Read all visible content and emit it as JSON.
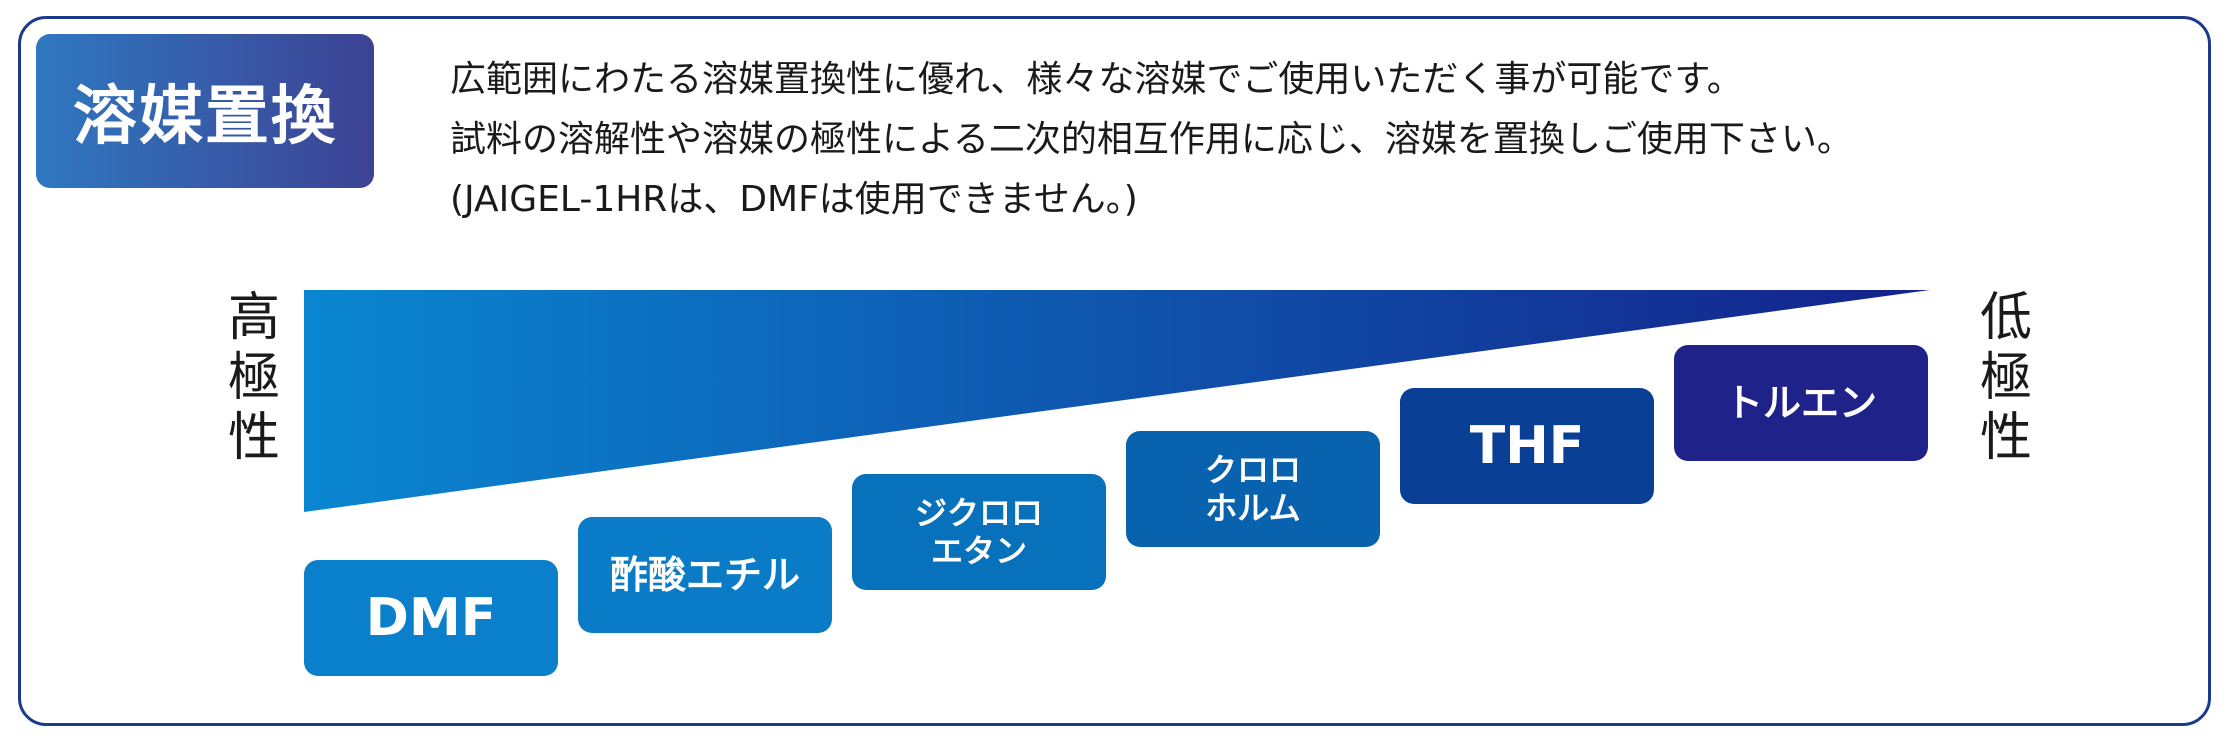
{
  "title": "溶媒置換",
  "description": {
    "lines": [
      "広範囲にわたる溶媒置換性に優れ、様々な溶媒でご使用いただく事が可能です。",
      "試料の溶解性や溶媒の極性による二次的相互作用に応じ、溶媒を置換しご使用下さい。",
      "(JAIGEL-1HRは、DMFは使用できません。)"
    ]
  },
  "polarity": {
    "high": [
      "高",
      "極",
      "性"
    ],
    "low": [
      "低",
      "極",
      "性"
    ]
  },
  "solvents": [
    {
      "label": "DMF",
      "color": "#0a7fcb",
      "rank": 1
    },
    {
      "label": "酢酸エチル",
      "color": "#0a7bc6",
      "rank": 2
    },
    {
      "label": "ジクロロ\nエタン",
      "color": "#0871bb",
      "rank": 3
    },
    {
      "label": "クロロ\nホルム",
      "color": "#0862ae",
      "rank": 4
    },
    {
      "label": "THF",
      "color": "#0a3f96",
      "rank": 5
    },
    {
      "label": "トルエン",
      "color": "#1f2288",
      "rank": 6
    }
  ],
  "colors": {
    "frame": "#1b3a8c",
    "wedge_start": "#0a86d0",
    "wedge_end": "#14228a"
  }
}
